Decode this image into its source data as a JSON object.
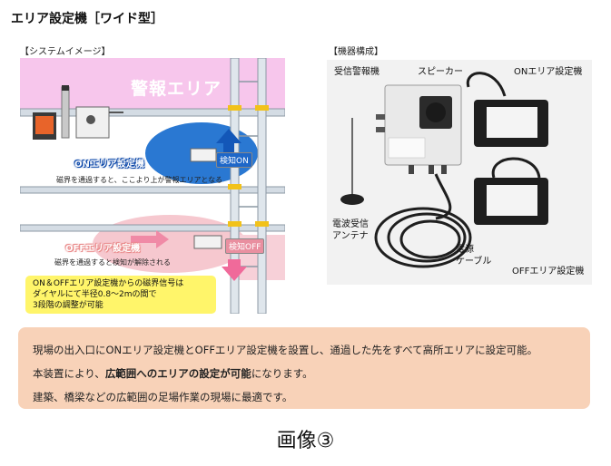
{
  "title": "エリア設定機［ワイド型］",
  "system": {
    "label": "【システムイメージ】",
    "alarm_area": "警報エリア",
    "on_unit": "ONエリア設定機",
    "on_caption": "磁界を通過すると、ここより上が警報エリアとなる",
    "on_badge": "検知ON",
    "off_unit": "OFFエリア設定機",
    "off_caption": "磁界を通過すると検知が解除される",
    "off_badge": "検知OFF",
    "info": [
      "ON＆OFFエリア設定機からの磁界信号は",
      "ダイヤルにて半径0.8～2mの間で",
      "3段階の調整が可能"
    ],
    "colors": {
      "alarm_band": "#f7c6ec",
      "on_field": "#2a78d2",
      "off_field": "#f6c8cf",
      "info_bg": "#fff56a"
    }
  },
  "equipment": {
    "label": "【機器構成】",
    "receiver": "受信警報機",
    "speaker": "スピーカー",
    "on_unit": "ONエリア設定機",
    "antenna_line1": "電波受信",
    "antenna_line2": "アンテナ",
    "cable_line1": "電源",
    "cable_line2": "ケーブル",
    "off_unit": "OFFエリア設定機"
  },
  "description": {
    "line1": "現場の出入口にONエリア設定機とOFFエリア設定機を設置し、通過した先をすべて高所エリアに設定可能。",
    "line2_pre": "本装置により、",
    "line2_bold": "広範囲へのエリアの設定が可能",
    "line2_post": "になります。",
    "line3": "建築、橋梁などの広範囲の足場作業の現場に最適です。",
    "bg": "#f8d2b8"
  },
  "caption": "画像③"
}
